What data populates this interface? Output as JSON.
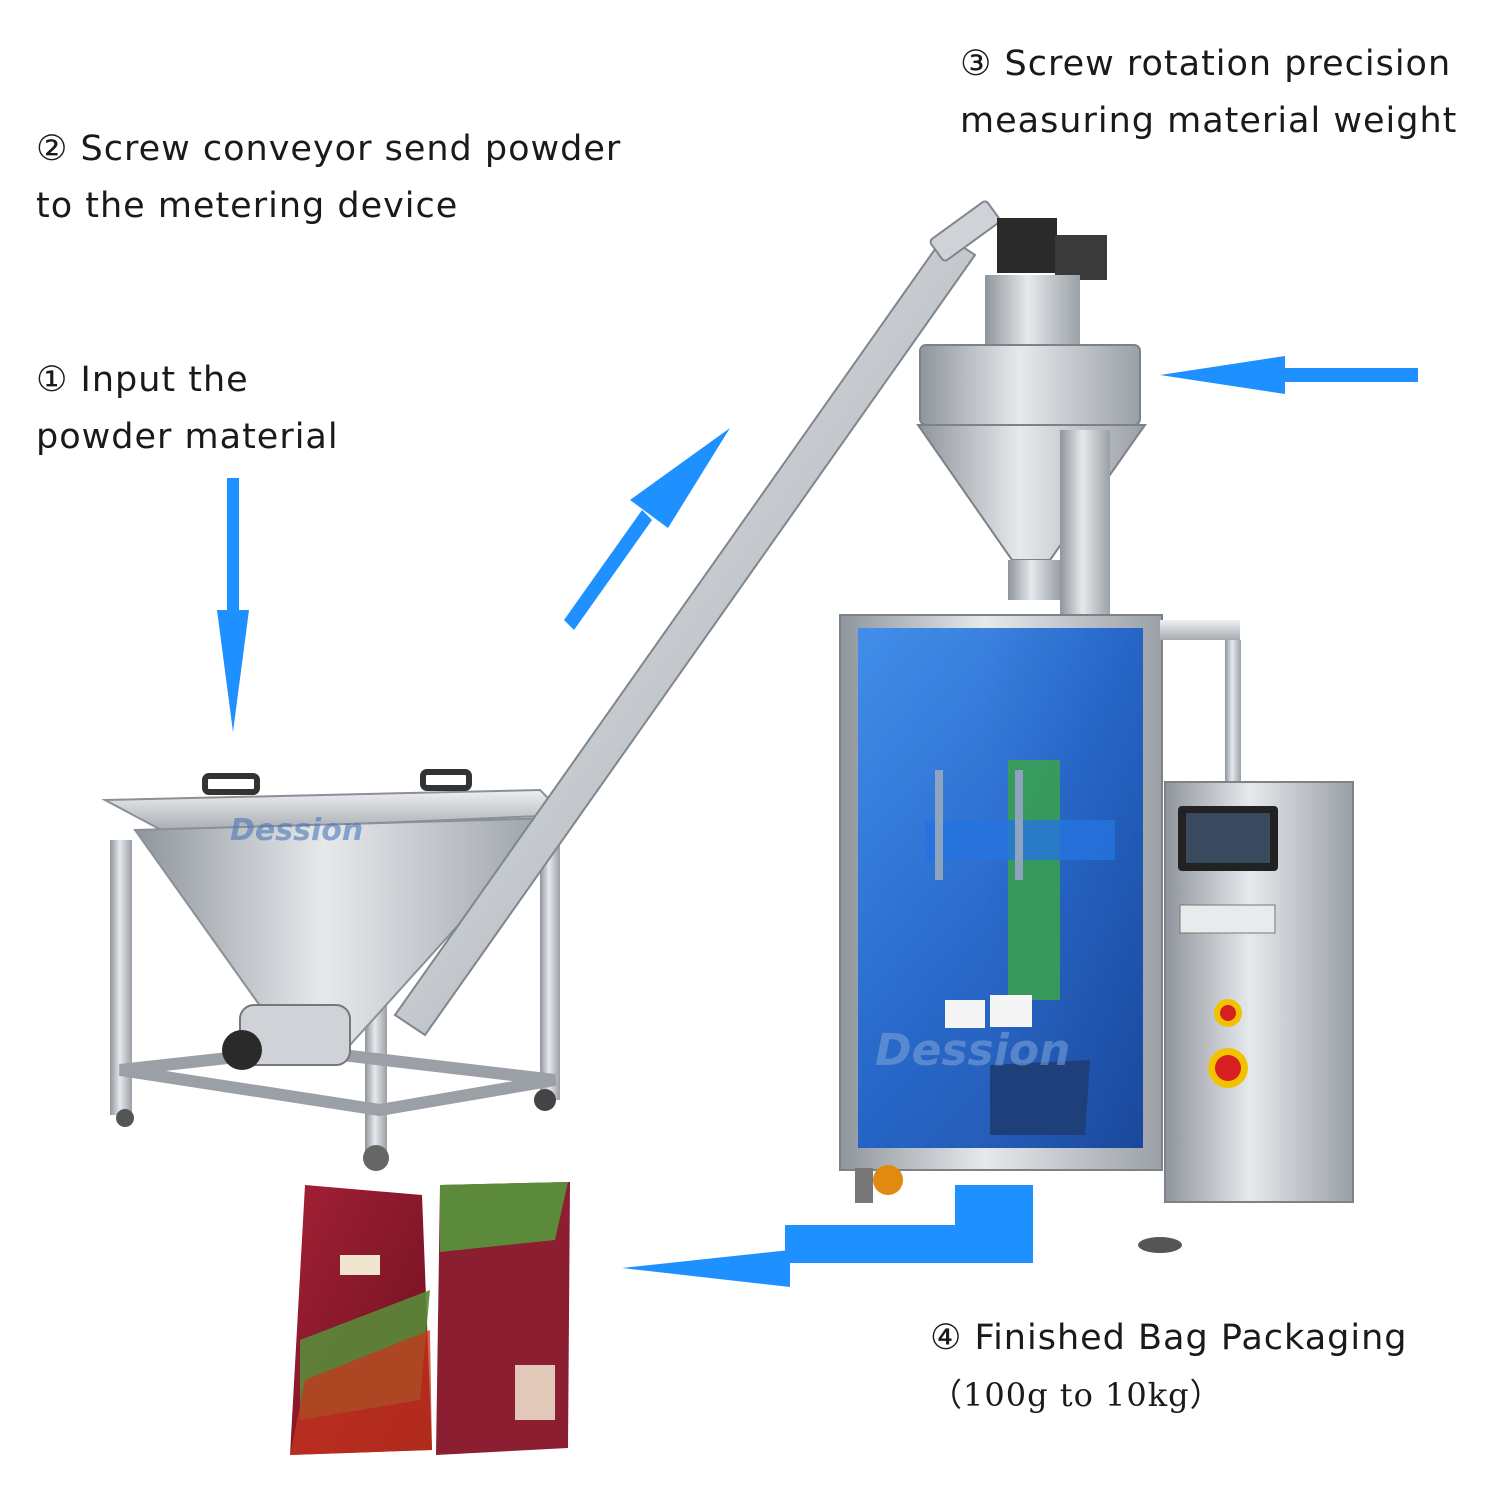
{
  "steps": [
    {
      "id": "input",
      "line1": "① Input the",
      "line2": "powder material"
    },
    {
      "id": "conveyor",
      "line1": "② Screw conveyor send powder",
      "line2": "to the metering device"
    },
    {
      "id": "metering",
      "line1": "③ Screw rotation precision",
      "line2": "measuring material weight"
    },
    {
      "id": "packaging",
      "line1": "④ Finished Bag Packaging",
      "line2": "（100g to 10kg）"
    }
  ],
  "colors": {
    "arrow": "#1e90ff",
    "steel": "#b9bec4",
    "guard_blue": "#1f6fd6",
    "bag_red": "#8e1a2b",
    "bag_green": "#5a8a3a",
    "button_red": "#d62020",
    "button_yellow": "#f2c200"
  },
  "icons": {
    "flow_arrows": "arrow-icon",
    "screen": "touchscreen-icon"
  }
}
